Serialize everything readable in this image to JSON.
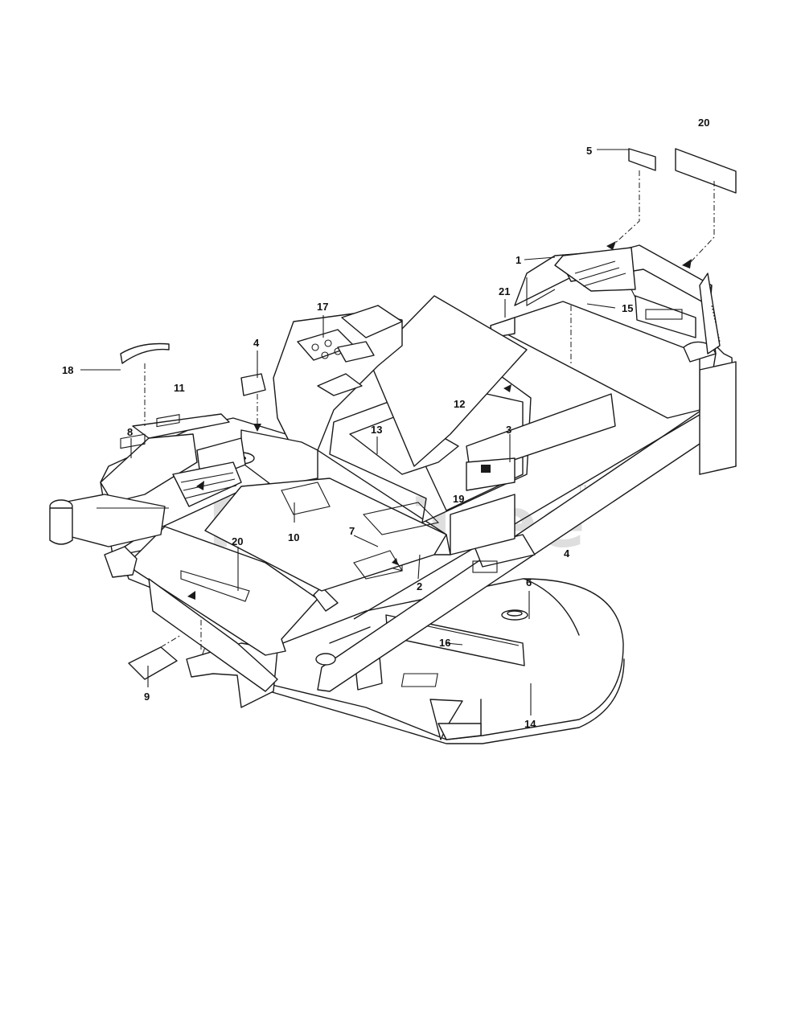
{
  "diagram": {
    "watermark": "PartsTree",
    "watermark_mark": "TM",
    "callouts": [
      {
        "id": "c20-top",
        "text": "20"
      },
      {
        "id": "c5",
        "text": "5"
      },
      {
        "id": "c1",
        "text": "1"
      },
      {
        "id": "c21",
        "text": "21"
      },
      {
        "id": "c15",
        "text": "15"
      },
      {
        "id": "c17",
        "text": "17"
      },
      {
        "id": "c4-left",
        "text": "4"
      },
      {
        "id": "c18",
        "text": "18"
      },
      {
        "id": "c11",
        "text": "11"
      },
      {
        "id": "c12",
        "text": "12"
      },
      {
        "id": "c8",
        "text": "8"
      },
      {
        "id": "c13",
        "text": "13"
      },
      {
        "id": "c3",
        "text": "3"
      },
      {
        "id": "c19",
        "text": "19"
      },
      {
        "id": "c10",
        "text": "10"
      },
      {
        "id": "c7",
        "text": "7"
      },
      {
        "id": "c20-bottom",
        "text": "20"
      },
      {
        "id": "c4-right",
        "text": "4"
      },
      {
        "id": "c2",
        "text": "2"
      },
      {
        "id": "c6",
        "text": "6"
      },
      {
        "id": "c16",
        "text": "16"
      },
      {
        "id": "c9",
        "text": "9"
      },
      {
        "id": "c14",
        "text": "14"
      }
    ]
  }
}
